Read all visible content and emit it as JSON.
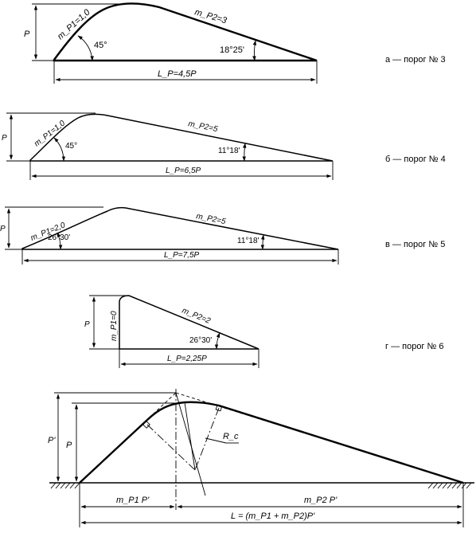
{
  "diagrams": {
    "a": {
      "caption": "а — порог № 3",
      "height_label": "P",
      "length_label": "L_P=4,5P",
      "slope1_label": "m_P1=1,0",
      "slope2_label": "m_P2=3",
      "angle1_label": "45°",
      "angle2_label": "18°25'"
    },
    "b": {
      "caption": "б — порог № 4",
      "height_label": "P",
      "length_label": "L_P=6,5P",
      "slope1_label": "m_P1=1,0",
      "slope2_label": "m_P2=5",
      "angle1_label": "45°",
      "angle2_label": "11°18'"
    },
    "v": {
      "caption": "в — порог № 5",
      "height_label": "P",
      "length_label": "L_P=7,5P",
      "slope1_label": "m_P1=2,0",
      "slope2_label": "m_P2=5",
      "angle1_label": "26°30'",
      "angle2_label": "11°18'"
    },
    "g": {
      "caption": "г — порог № 6",
      "height_label": "P",
      "length_label": "L_P=2,25P",
      "slope1_label": "m_P1=0",
      "slope2_label": "m_P2=2",
      "angle2_label": "26°30'"
    },
    "general": {
      "height_label_outer": "P'",
      "height_label_inner": "P",
      "radius_label": "R_c",
      "left_segment_label": "m_P1 P'",
      "right_segment_label": "m_P2 P'",
      "total_label": "L = (m_P1 + m_P2)P'"
    }
  }
}
